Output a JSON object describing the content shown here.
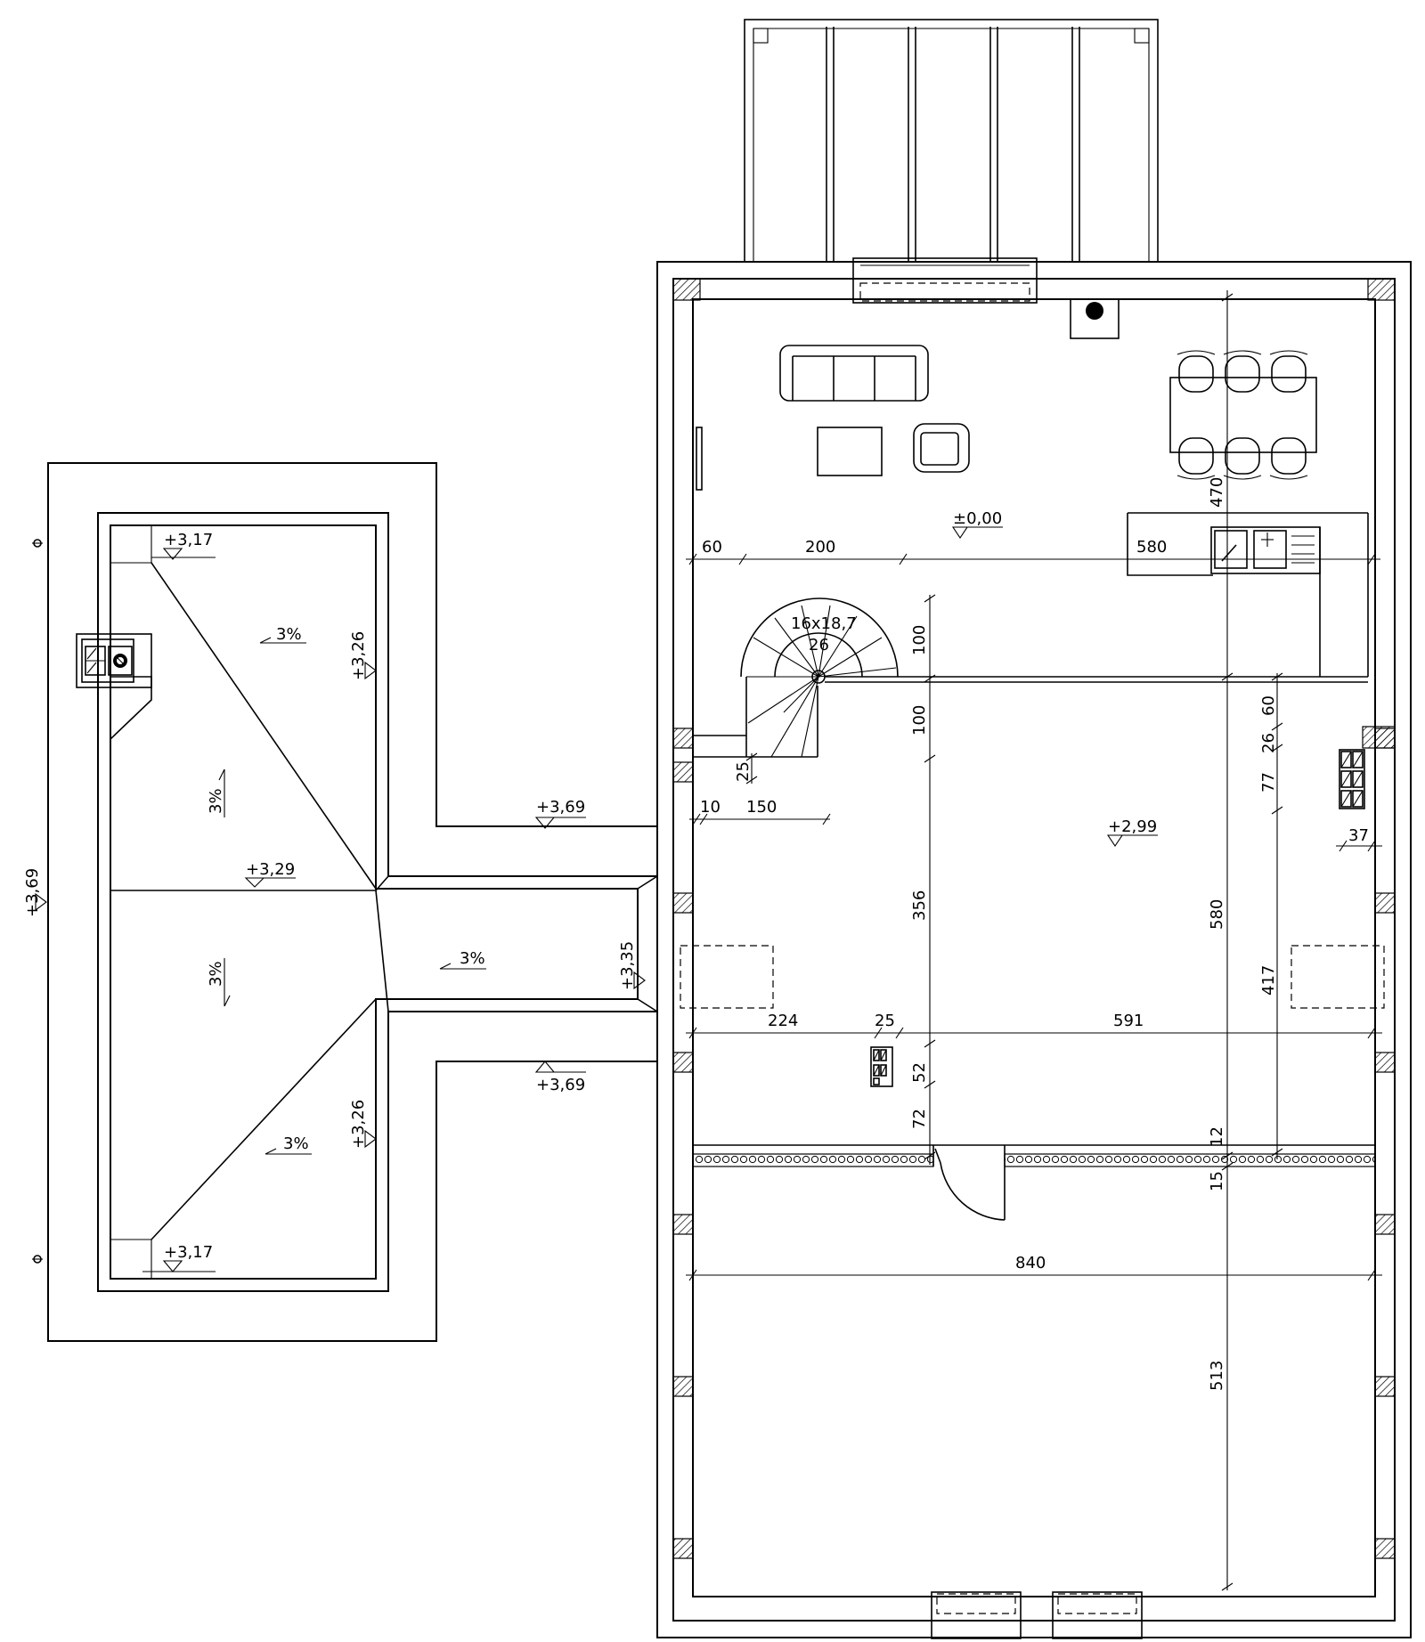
{
  "levels": {
    "ground": "±0,00",
    "room_floor": "+2,99",
    "roof_edge_top": "+3,69",
    "roof_edge_bottom": "+3,69",
    "roof_edge_left": "+3,69",
    "gutter_top": "+3,17",
    "gutter_bottom": "+3,17",
    "ridge_mid": "+3,29",
    "side_upper": "+3,26",
    "side_lower": "+3,26",
    "link_roof": "+3,35"
  },
  "slopes": {
    "upper": "3%",
    "left_upper": "3%",
    "left_lower": "3%",
    "link": "3%",
    "lower": "3%"
  },
  "stair": {
    "size": "16x18,7",
    "steps": "26"
  },
  "dimensions": {
    "h60": "60",
    "h200": "200",
    "h580": "580",
    "v470": "470",
    "v100a": "100",
    "v100b": "100",
    "v25": "25",
    "h10": "10",
    "h150": "150",
    "v60": "60",
    "v26": "26",
    "v77": "77",
    "h37": "37",
    "v356": "356",
    "v580": "580",
    "v417": "417",
    "h224": "224",
    "h25": "25",
    "h591": "591",
    "v52": "52",
    "v72": "72",
    "v12": "12",
    "v15": "15",
    "h840": "840",
    "v513": "513"
  }
}
